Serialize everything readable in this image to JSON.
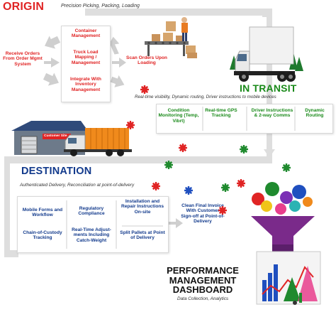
{
  "origin": {
    "title": "ORIGIN",
    "subtitle": "Precision Picking, Packing, Loading",
    "receive": "Receive Orders From Order Mgmt System",
    "steps": [
      "Container Management",
      "Truck Load Mapping / Management",
      "Integrate With Inventory Management"
    ],
    "scan": "Scan Orders Upon Loading"
  },
  "in_transit": {
    "title": "IN TRANSIT",
    "subtitle": "Real-time visibility, Dynamic routing, Driver instructions to mobile devices",
    "items": [
      "Condition Monitoring (Temp, Vibrt)",
      "Real-time GPS Tracking",
      "Driver Instructions & 2-way Comms",
      "Dynamic Routing"
    ]
  },
  "warehouse_sign": "Customer Site",
  "destination": {
    "title": "DESTINATION",
    "subtitle": "Authenticated Delivery, Reconciliation at point-of-delivery",
    "col1": [
      "Mobile Forms and Workflow",
      "Chain-of-Custody Tracking"
    ],
    "col2": [
      "Regulatory Compliance",
      "Real-Time Adjust-ments Including Catch-Weight"
    ],
    "col3": [
      "Installation and Repair Instructions On-site",
      "Split Pallets at Point of Delivery"
    ],
    "invoice": "Clean Final Invoice With Customer Sign-off at Point-of-Delivery"
  },
  "dashboard": {
    "title_line1": "PERFORMANCE",
    "title_line2": "MANAGEMENT",
    "title_line3": "DASHBOARD",
    "subtitle": "Data Collection, Analytics"
  },
  "colors": {
    "red": "#e02424",
    "green": "#1a8a1a",
    "navy": "#123a8c",
    "flow": "#dcdcdc"
  }
}
